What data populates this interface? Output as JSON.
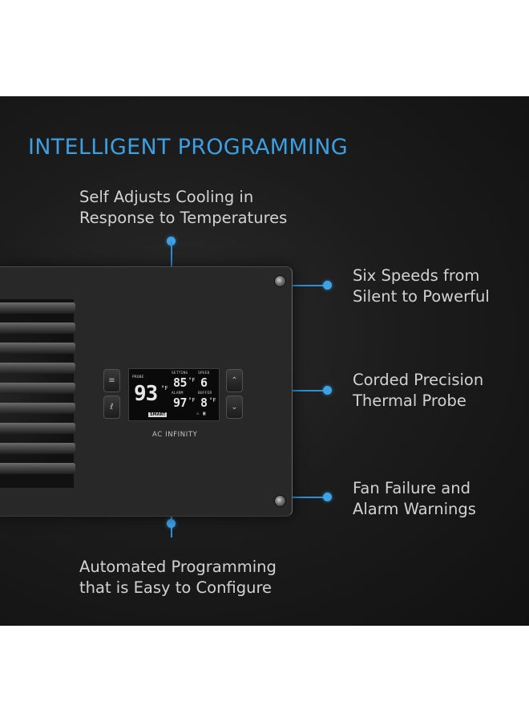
{
  "headline": "INTELLIGENT PROGRAMMING",
  "callouts": {
    "top": [
      "Self Adjusts Cooling in",
      "Response to Temperatures"
    ],
    "speeds": [
      "Six Speeds from",
      "Silent to Powerful"
    ],
    "probe": [
      "Corded Precision",
      "Thermal Probe"
    ],
    "alarm": [
      "Fan Failure and",
      "Alarm Warnings"
    ],
    "bottom": [
      "Automated Programming",
      "that is Easy to Configure"
    ]
  },
  "device": {
    "brand": "AC INFINITY",
    "lcd": {
      "probe_label": "PROBE",
      "probe_value": "93",
      "probe_unit": "°F",
      "setting_label": "SETTING",
      "setting_value": "85",
      "setting_unit": "°F",
      "speed_label": "SPEED",
      "speed_value": "6",
      "alarm_label": "ALARM",
      "alarm_value": "97",
      "alarm_unit": "°F",
      "buffer_label": "BUFFER",
      "buffer_value": "8",
      "buffer_unit": "°F",
      "mode": "SMART"
    },
    "left_buttons": [
      "≡",
      "ℓ"
    ],
    "right_buttons": [
      "⌃",
      "⌄"
    ]
  },
  "colors": {
    "accent": "#3e9fe0",
    "background": "#1a1a1a",
    "text": "#d2d2d2"
  },
  "icons": [
    "menu-icon",
    "leaf-icon",
    "up-arrow-icon",
    "down-arrow-icon",
    "alarm-icon",
    "lock-icon"
  ]
}
